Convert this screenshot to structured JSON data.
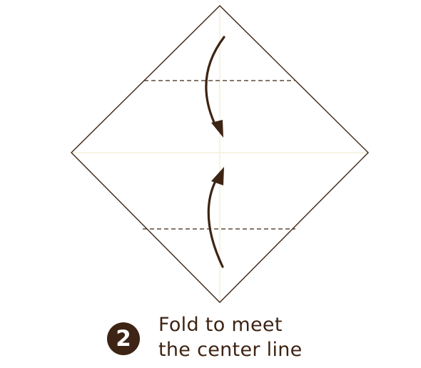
{
  "step": {
    "number": "2",
    "instruction_lines": [
      "Fold to meet",
      "the center line"
    ]
  },
  "colors": {
    "paper_outline": "#3d2414",
    "fold_line": "#3d2414",
    "arrow": "#3d2414",
    "center_guide": "#f3f0d8",
    "badge_background": "#3d2414",
    "badge_text": "#ffffff"
  },
  "icons": {
    "step_badge": "numbered-circle",
    "fold_arrows": "curved-arrow"
  }
}
